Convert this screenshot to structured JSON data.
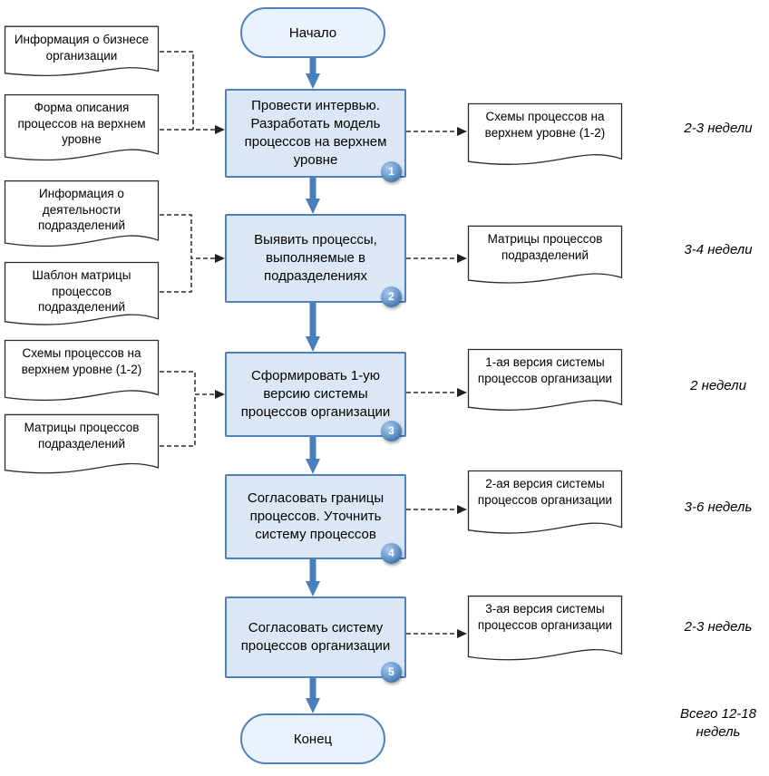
{
  "flow": {
    "start_label": "Начало",
    "end_label": "Конец",
    "processes": [
      {
        "num": "1",
        "label": "Провести интервью. Разработать модель процессов на верхнем уровне",
        "duration": "2-3 недели"
      },
      {
        "num": "2",
        "label": "Выявить процессы, выполняемые в подразделениях",
        "duration": "3-4 недели"
      },
      {
        "num": "3",
        "label": "Сформировать 1-ую версию системы процессов организации",
        "duration": "2 недели"
      },
      {
        "num": "4",
        "label": "Согласовать границы процессов. Уточнить систему процессов",
        "duration": "3-6 недель"
      },
      {
        "num": "5",
        "label": "Согласовать систему процессов организации",
        "duration": "2-3 недель"
      }
    ],
    "inputs": [
      {
        "label": "Информация о бизнесе организации"
      },
      {
        "label": "Форма описания процессов на верхнем уровне"
      },
      {
        "label": "Информация о деятельности подразделений"
      },
      {
        "label": "Шаблон матрицы процессов подразделений"
      },
      {
        "label": "Схемы процессов на верхнем уровне (1-2)"
      },
      {
        "label": "Матрицы процессов подразделений"
      }
    ],
    "outputs": [
      {
        "label": "Схемы процессов на верхнем уровне (1-2)"
      },
      {
        "label": "Матрицы процессов подразделений"
      },
      {
        "label": "1-ая версия системы процессов организации"
      },
      {
        "label": "2-ая версия системы процессов организации"
      },
      {
        "label": "3-ая версия системы процессов организации"
      }
    ],
    "total_label": "Всего 12-18 недель",
    "colors": {
      "node_border": "#4f81bd",
      "node_fill": "#dce7f5",
      "terminator_fill": "#eaf2fb",
      "solid_arrow": "#4a7ebb",
      "dashed_line": "#2b2b2b",
      "document_fill": "#ffffff"
    }
  }
}
